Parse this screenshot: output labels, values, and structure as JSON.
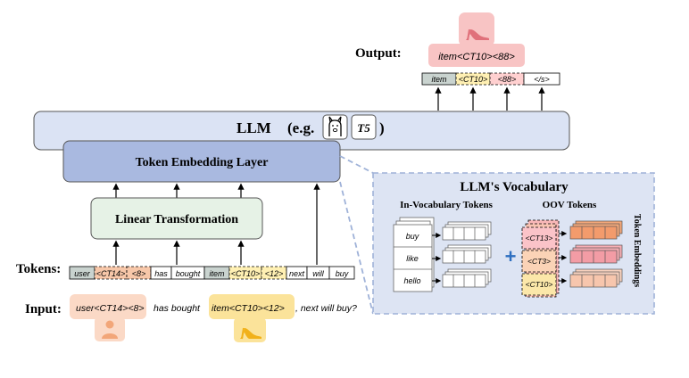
{
  "output": {
    "label": "Output:",
    "text": "item<CT10><88>",
    "tokens": [
      "item",
      "<CT10>",
      "<88>",
      "</s>"
    ],
    "token_colors": [
      "#c9d3cf",
      "#fff0b3",
      "#ffd0d0",
      "#ffffff"
    ]
  },
  "llm": {
    "title": "LLM",
    "eg_open": "(e.g.",
    "model_t5": "T5",
    "eg_close": ")"
  },
  "token_embedding_layer": "Token Embedding Layer",
  "linear_transformation": "Linear Transformation",
  "tokens": {
    "label": "Tokens:",
    "items": [
      "user",
      "<CT14>",
      "<8>",
      "has",
      "bought",
      "item",
      "<CT10>",
      "<12>",
      "next",
      "will",
      "buy"
    ],
    "colors": [
      "#c9d3cf",
      "#f7c7a9",
      "#f7c7a9",
      "#ffffff",
      "#ffffff",
      "#c9d3cf",
      "#fff0b3",
      "#fff0b3",
      "#ffffff",
      "#ffffff",
      "#ffffff"
    ]
  },
  "input": {
    "label": "Input:",
    "part1": "user<CT14><8>",
    "part2": "has bought",
    "part3": "item<CT10><12>",
    "part4": ", next will buy?"
  },
  "vocab": {
    "title": "LLM's Vocabulary",
    "in_vocab_title": "In-Vocabulary Tokens",
    "oov_title": "OOV Tokens",
    "in_vocab_words": [
      "buy",
      "like",
      "hello"
    ],
    "oov_words": [
      "<CT13>",
      "<CT3>",
      "<CT10>"
    ],
    "plus": "+",
    "side_label": "Token Embeddings"
  },
  "colors": {
    "llm_fill": "#dbe3f4",
    "embedding_fill": "#a9b9e0",
    "linear_fill": "#e6f2e6",
    "vocab_fill": "#dde4f3",
    "output_highlight": "#f8c4c4",
    "input_user_highlight": "#fbd9c6",
    "input_item_highlight": "#fbe39a",
    "plus_color": "#2e6fc0"
  },
  "icon_names": [
    "high-heel-icon",
    "llama-icon",
    "user-person-icon"
  ]
}
